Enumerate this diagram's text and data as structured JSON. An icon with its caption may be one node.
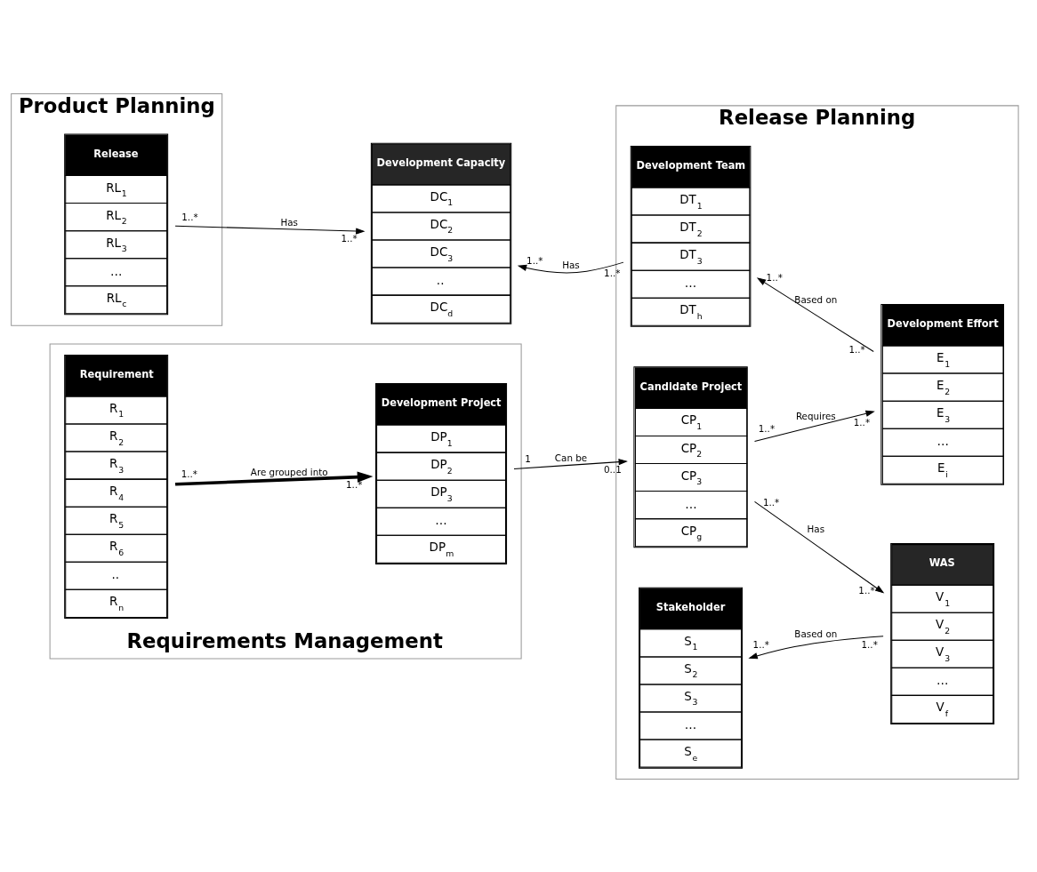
{
  "diagram": {
    "nodes": [
      {
        "text": [
          "Product Planning"
        ]
      },
      {
        "text": [
          "Release",
          "RL$_{1}$",
          "RL$_{2}$",
          "RL$_{3}$",
          "…",
          "RL$_{c}$"
        ],
        "in": 0
      },
      {
        "text": [
          "Development Capacity",
          "DC$_{1}$",
          "DC$_{2}$",
          "DC$_{3}$",
          "..",
          "DC$_{d}$"
        ]
      },
      {
        "text": [
          "Release Planning"
        ]
      },
      {
        "text": [
          "Development Team",
          "DT$_{1}$",
          "DT$_{2}$",
          "DT$_{3}$",
          "…",
          "DT$_{h}$"
        ],
        "in": 3
      },
      {
        "text": [
          "Development Effort",
          "E$_{1}$",
          "E$_{2}$",
          "E$_{3}$",
          "…",
          "E$_{i}$"
        ],
        "in": 3
      },
      {
        "text": [
          "Candidate Project",
          "CP$_{1}$",
          "CP$_{2}$",
          "CP$_{3}$",
          "…",
          "CP$_{g}$"
        ],
        "in": 3
      },
      {
        "text": [
          "WAS",
          "V$_{1}$",
          "V$_{2}$",
          "V$_{3}$",
          "…",
          "V$_{f}$"
        ],
        "in": 3
      },
      {
        "text": [
          "Stakeholder",
          "S$_{1}$",
          "S$_{2}$",
          "S$_{3}$",
          "…",
          "S$_{e}$"
        ],
        "in": 3
      },
      {
        "text": [
          "Requirements Management"
        ]
      },
      {
        "text": [
          "Requirement",
          "R$_{1}$",
          "R$_{2}$",
          "R$_{3}$",
          "R$_{4}$",
          "R$_{5}$",
          "R$_{6}$",
          "..",
          "R$_{n}$"
        ],
        "in": 9
      },
      {
        "text": [
          "Development Project",
          "DP$_{1}$",
          "DP$_{2}$",
          "DP$_{3}$",
          "…",
          "DP$_{m}$"
        ],
        "in": 9
      }
    ],
    "edges": [
      {
        "from": 1,
        "to": 2,
        "arrow": "to",
        "label": "Has"
      },
      {
        "from": 4,
        "to": 2,
        "arrow": "to",
        "label": "Has"
      },
      {
        "from": 5,
        "to": 4,
        "arrow": "to",
        "label": "Based on"
      },
      {
        "from": 6,
        "to": 5,
        "arrow": "to",
        "label": "Requires"
      },
      {
        "from": 10,
        "to": 11,
        "arrow": "to",
        "label": "Are grouped into",
        "style": "thick"
      },
      {
        "from": 11,
        "to": 6,
        "arrow": "to",
        "label": "Can be"
      },
      {
        "from": 6,
        "to": 7,
        "arrow": "to",
        "label": "Has"
      },
      {
        "from": 7,
        "to": 8,
        "arrow": "to",
        "label": "Based on"
      }
    ],
    "labels": [
      "1..*",
      "1..*",
      "1..*",
      "1..*",
      "1..*",
      "1..*",
      "1..*",
      "1..*",
      "1..*",
      "1..*",
      "1",
      "0..1",
      "1..*",
      "1..*",
      "1..*",
      "1..*"
    ]
  }
}
